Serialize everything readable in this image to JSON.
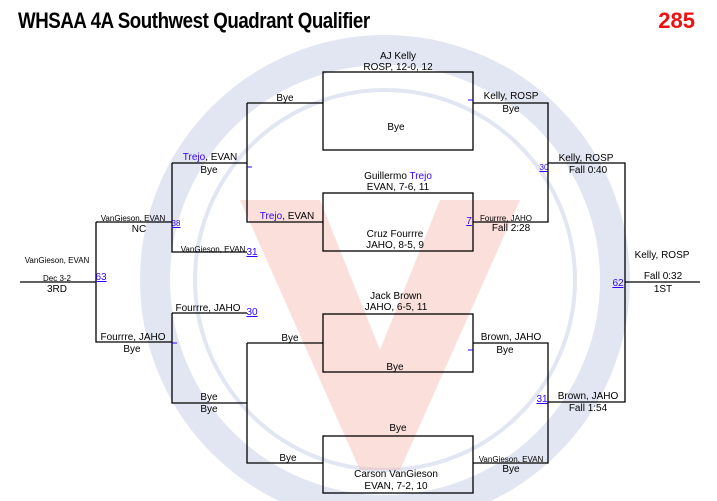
{
  "title": "WHSAA 4A Southwest Quadrant Qualifier",
  "weight": "285",
  "colors": {
    "link": "#3300ff",
    "weight": "#ee1111"
  },
  "r1": [
    {
      "top1": "AJ Kelly",
      "top2": "ROSP, 12-0, 12",
      "bot1": "Bye",
      "bot2": ""
    },
    {
      "top1a": "Guillermo ",
      "top1b": "Trejo",
      "top2": "EVAN, 7-6, 11",
      "bot1": "Cruz Fourrre",
      "bot2": "JAHO, 8-5, 9",
      "match": "7"
    },
    {
      "top1": "Jack Brown",
      "top2": "JAHO, 6-5, 11",
      "bot1": "Bye"
    },
    {
      "top1": "Bye",
      "bot1": "Carson VanGieson",
      "bot2": "EVAN, 7-2, 10"
    }
  ],
  "r2": [
    {
      "name": "Kelly, ROSP",
      "result": "Bye"
    },
    {
      "name": "Fourrre, JAHO",
      "result": "Fall 2:28"
    },
    {
      "name": "Brown, JAHO",
      "result": "Bye"
    },
    {
      "name": "VanGieson, EVAN",
      "result": "Bye"
    }
  ],
  "r3": [
    {
      "name": "Kelly, ROSP",
      "result": "Fall 0:40",
      "match": "30"
    },
    {
      "name": "Brown, JAHO",
      "result": "Fall 1:54",
      "match": "31"
    }
  ],
  "final": {
    "name": "Kelly, ROSP",
    "result": "Fall 0:32",
    "place": "1ST",
    "match": "62"
  },
  "cons": {
    "c1": [
      "Bye",
      "Trejo",
      ", EVAN",
      "Bye",
      "Bye",
      "Bye"
    ],
    "c2": [
      {
        "a": "Trejo",
        "b": ", EVAN",
        "result": "Bye"
      },
      {
        "name": "VanGieson, EVAN",
        "match": "31"
      },
      {
        "name": "Fourrre, JAHO",
        "match": "30"
      },
      {
        "name": "Bye",
        "result": "Bye"
      }
    ],
    "c3": [
      {
        "name": "VanGieson, EVAN",
        "result": "NC",
        "match": "38"
      },
      {
        "name": "Fourrre, JAHO",
        "result": "Bye"
      }
    ],
    "third": {
      "name": "VanGieson, EVAN",
      "result": "Dec 3-2",
      "place": "3RD",
      "match": "63"
    }
  }
}
